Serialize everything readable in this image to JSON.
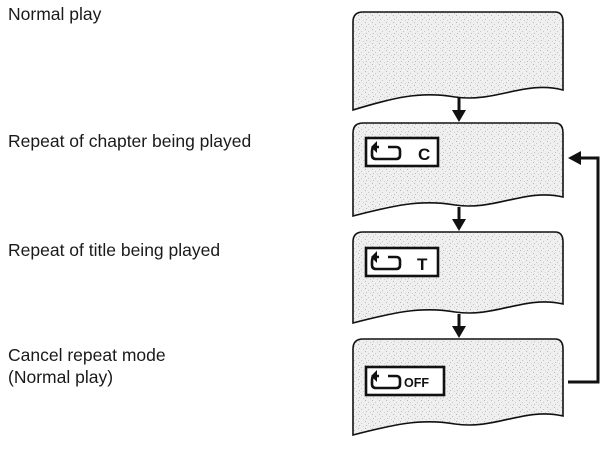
{
  "labels": {
    "normal_play": "Normal play",
    "repeat_chapter": "Repeat of chapter being played",
    "repeat_title": "Repeat of title being played",
    "cancel_line1": "Cancel repeat mode",
    "cancel_line2": "(Normal play)"
  },
  "screens": [
    {
      "indicator": ""
    },
    {
      "indicator": "C"
    },
    {
      "indicator": "T"
    },
    {
      "indicator": "OFF"
    }
  ],
  "colors": {
    "ink": "#111111",
    "screen_fill": "#ececec"
  },
  "icons": {
    "repeat": "repeat-arrow-icon",
    "flow_arrow": "arrow-down-icon",
    "loop": "loop-back-arrow-icon"
  }
}
